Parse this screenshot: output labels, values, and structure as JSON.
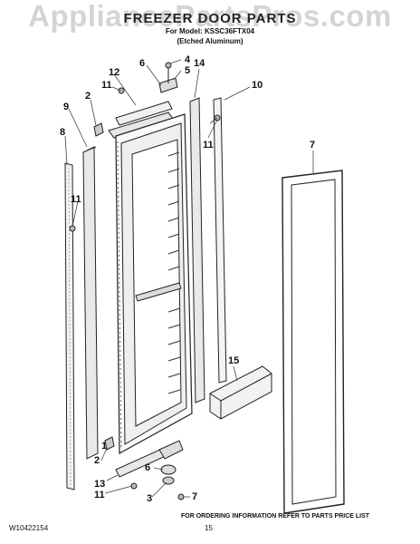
{
  "watermark": "AppliancePartsPros.com",
  "header": {
    "title": "FREEZER DOOR PARTS",
    "model_line": "For Model: KSSC36FTX04",
    "finish_line": "(Etched Aluminum)"
  },
  "callouts": {
    "c4": "4",
    "c5": "5",
    "c6": "6",
    "c12": "12",
    "c14": "14",
    "c10": "10",
    "c11a": "11",
    "c2a": "2",
    "c9": "9",
    "c8": "8",
    "c11b": "11",
    "c11c": "11",
    "c7a": "7",
    "c15": "15",
    "c1": "1",
    "c2b": "2",
    "c13": "13",
    "c11d": "11",
    "c6b": "6",
    "c3": "3",
    "c7b": "7"
  },
  "footer": {
    "doc_number": "W10422154",
    "page": "15",
    "note": "FOR ORDERING INFORMATION REFER TO PARTS PRICE LIST"
  }
}
